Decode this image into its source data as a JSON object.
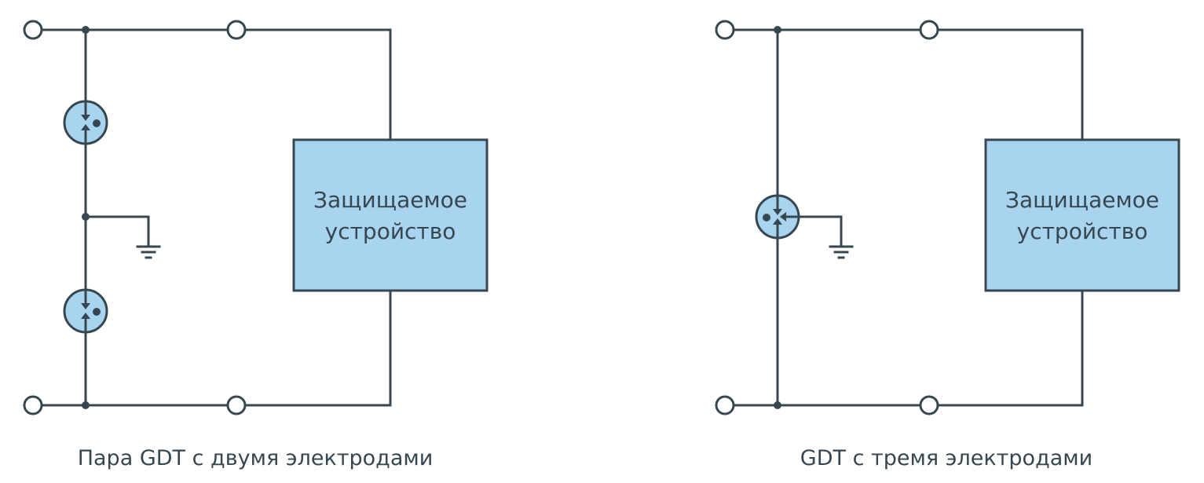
{
  "colors": {
    "wire": "#37474f",
    "fill": "#a8d4f0",
    "background": "#ffffff"
  },
  "left_circuit": {
    "caption": "Пара GDT с двумя электродами",
    "device_label_line1": "Защищаемое",
    "device_label_line2": "устройство",
    "components": [
      "terminal",
      "gdt-two-electrode",
      "gdt-two-electrode",
      "ground",
      "protected-device"
    ]
  },
  "right_circuit": {
    "caption": "GDT с тремя электродами",
    "device_label_line1": "Защищаемое",
    "device_label_line2": "устройство",
    "components": [
      "terminal",
      "gdt-three-electrode",
      "ground",
      "protected-device"
    ]
  }
}
